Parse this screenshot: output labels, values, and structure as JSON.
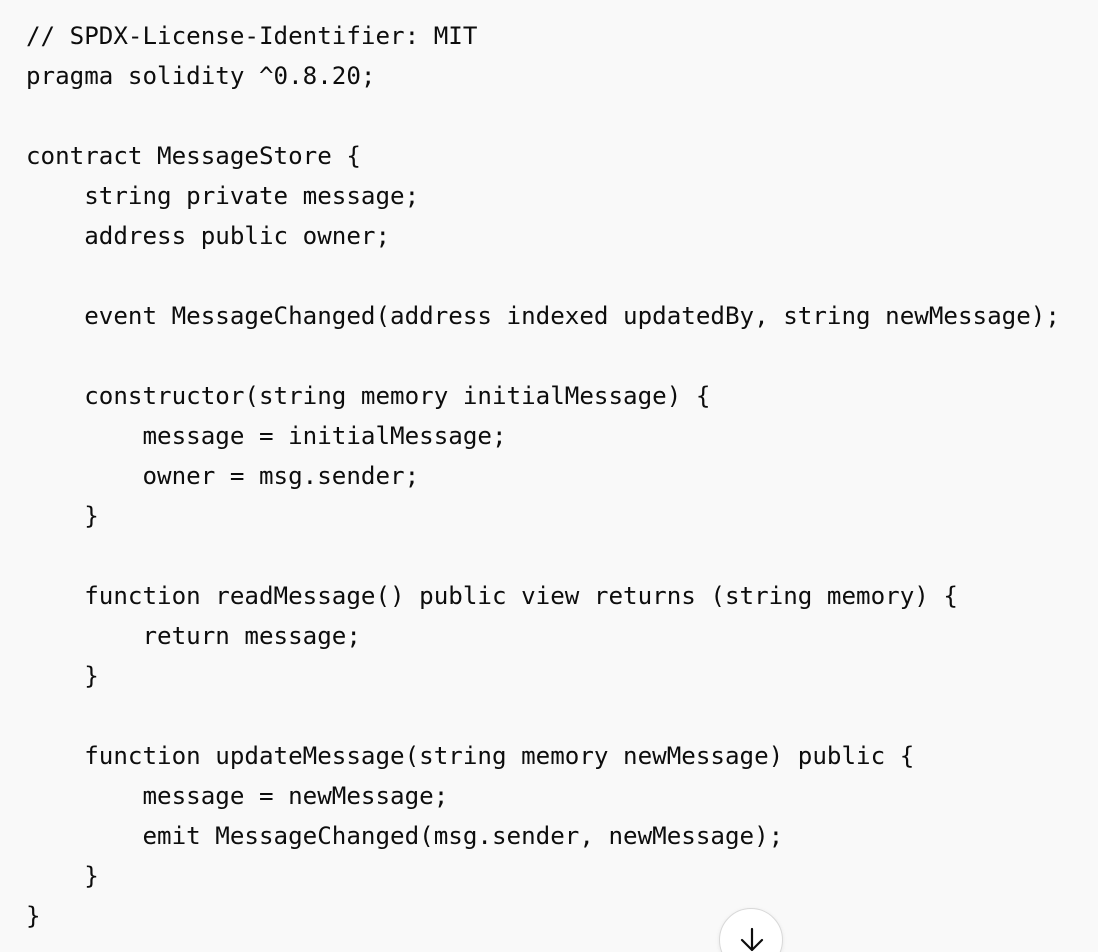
{
  "code": {
    "language": "solidity",
    "lines": [
      "// SPDX-License-Identifier: MIT",
      "pragma solidity ^0.8.20;",
      "",
      "contract MessageStore {",
      "    string private message;",
      "    address public owner;",
      "",
      "    event MessageChanged(address indexed updatedBy, string newMessage);",
      "",
      "    constructor(string memory initialMessage) {",
      "        message = initialMessage;",
      "        owner = msg.sender;",
      "    }",
      "",
      "    function readMessage() public view returns (string memory) {",
      "        return message;",
      "    }",
      "",
      "    function updateMessage(string memory newMessage) public {",
      "        message = newMessage;",
      "        emit MessageChanged(msg.sender, newMessage);",
      "    }",
      "}"
    ]
  },
  "scroll_button": {
    "icon": "arrow-down-icon"
  },
  "colors": {
    "background": "#f9f9f9",
    "text": "#0d0d0d",
    "button_background": "#ffffff",
    "button_border": "#d9d9d9"
  }
}
